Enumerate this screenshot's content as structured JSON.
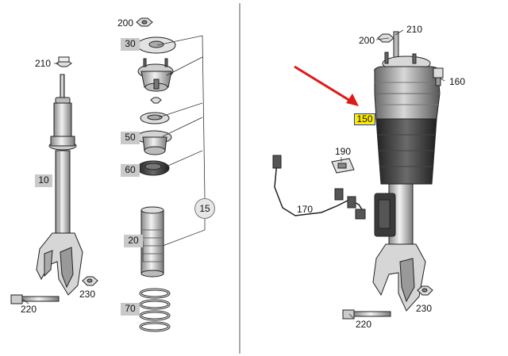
{
  "labels": {
    "l210": "210",
    "l10": "10",
    "l220": "220",
    "l230": "230",
    "l200": "200",
    "l30": "30",
    "l50": "50",
    "l60": "60",
    "l15": "15",
    "l20": "20",
    "l70": "70",
    "r210": "210",
    "r200": "200",
    "r160": "160",
    "r150": "150",
    "r190": "190",
    "r170": "170",
    "r230": "230",
    "r220": "220"
  },
  "colors": {
    "highlight_fill": "#ffea00",
    "highlight_border": "#1a3cc8",
    "arrow": "#e01818",
    "callout_box": "#c9c9c9",
    "divider": "#555555"
  }
}
